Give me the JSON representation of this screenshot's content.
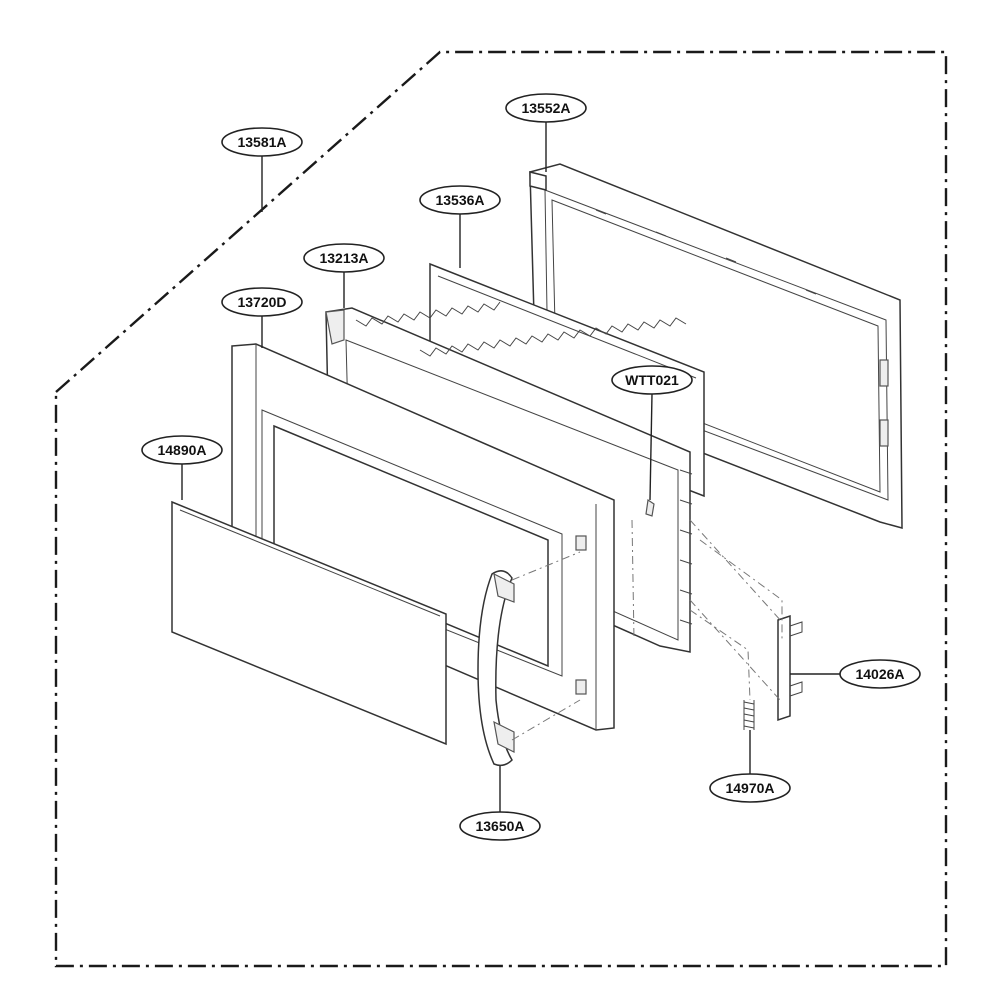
{
  "callouts": [
    {
      "id": "13581A",
      "text": "13581A"
    },
    {
      "id": "13552A",
      "text": "13552A"
    },
    {
      "id": "13536A",
      "text": "13536A"
    },
    {
      "id": "13213A",
      "text": "13213A"
    },
    {
      "id": "13720D",
      "text": "13720D"
    },
    {
      "id": "WTT021",
      "text": "WTT021"
    },
    {
      "id": "14890A",
      "text": "14890A"
    },
    {
      "id": "14026A",
      "text": "14026A"
    },
    {
      "id": "14970A",
      "text": "14970A"
    },
    {
      "id": "13650A",
      "text": "13650A"
    }
  ]
}
